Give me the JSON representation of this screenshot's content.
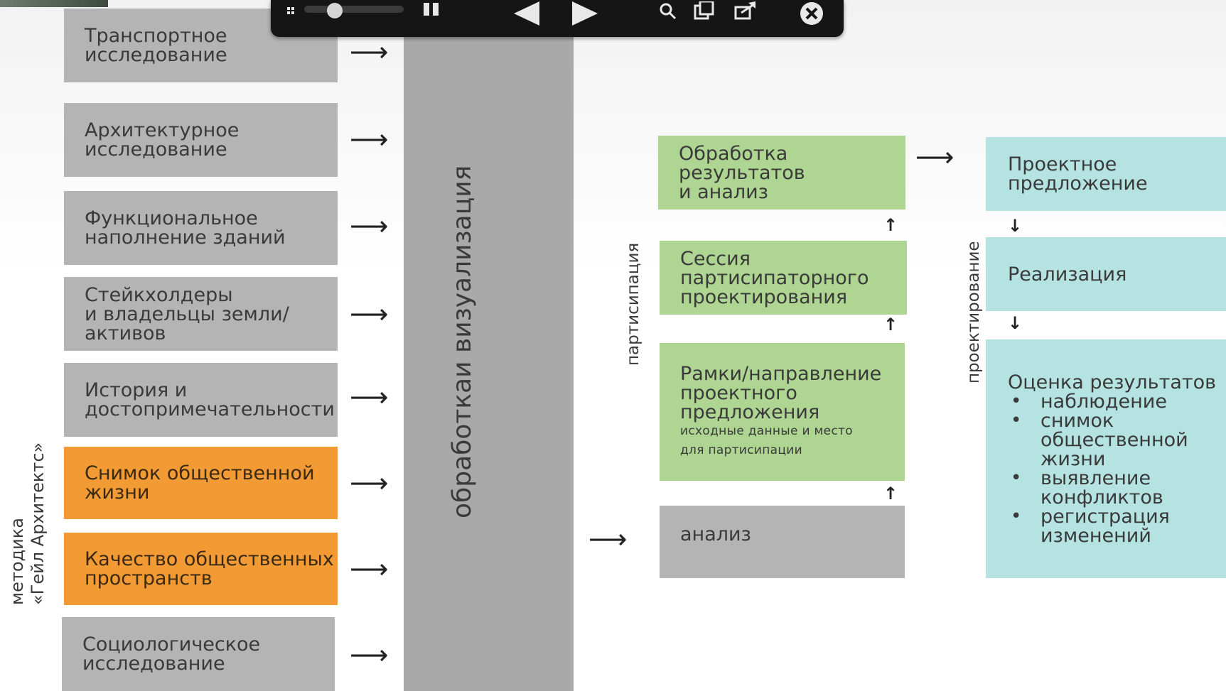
{
  "left_column": [
    {
      "label": "Транспортное\nисследование"
    },
    {
      "label": "Архитектурное\nисследование"
    },
    {
      "label": "Функциональное\nнаполнение зданий"
    },
    {
      "label": "Стейкхолдеры\nи владельцы земли/\nактивов"
    },
    {
      "label": "История и\nдостопримечательности"
    },
    {
      "label": "Снимок общественной\nжизни"
    },
    {
      "label": "Качество общественных\nпространств"
    },
    {
      "label": "Социологическое\nисследование"
    }
  ],
  "left_vertical_label": "методика\n«Гейл Архитектс»",
  "center_bar_label": "обработкаи визуализация",
  "participation": {
    "vertical_label": "партисипация",
    "result_box": "Обработка\nрезультатов\nи анализ",
    "session_box": "Сессия\nпартисипаторного\nпроектирования",
    "frame_box_title": "Рамки/направление\nпроектного\nпредложения",
    "frame_box_sub": "исходные данные и место\nдля партисипации",
    "analysis_box": "анализ"
  },
  "design": {
    "vertical_label": "проектирование",
    "proposal_box": "Проектное\nпредложение",
    "implementation_box": "Реализация",
    "evaluation_title": "Оценка результатов",
    "evaluation_items": [
      "наблюдение",
      "снимок\nобщественной\nжизни",
      "выявление\nконфликтов",
      "регистрация\nизменений"
    ]
  },
  "colors": {
    "grey": "#b4b4b4",
    "orange": "#f29a34",
    "green": "#aed591",
    "teal": "#b4e3e2",
    "bar": "#a9a9a9",
    "toolbar": "#151515"
  },
  "toolbar": {
    "icons": [
      "grid-icon",
      "zoom-slider",
      "pause-icon",
      "prev-icon",
      "next-icon",
      "search-icon",
      "copy-icon",
      "share-icon",
      "close-icon"
    ]
  }
}
